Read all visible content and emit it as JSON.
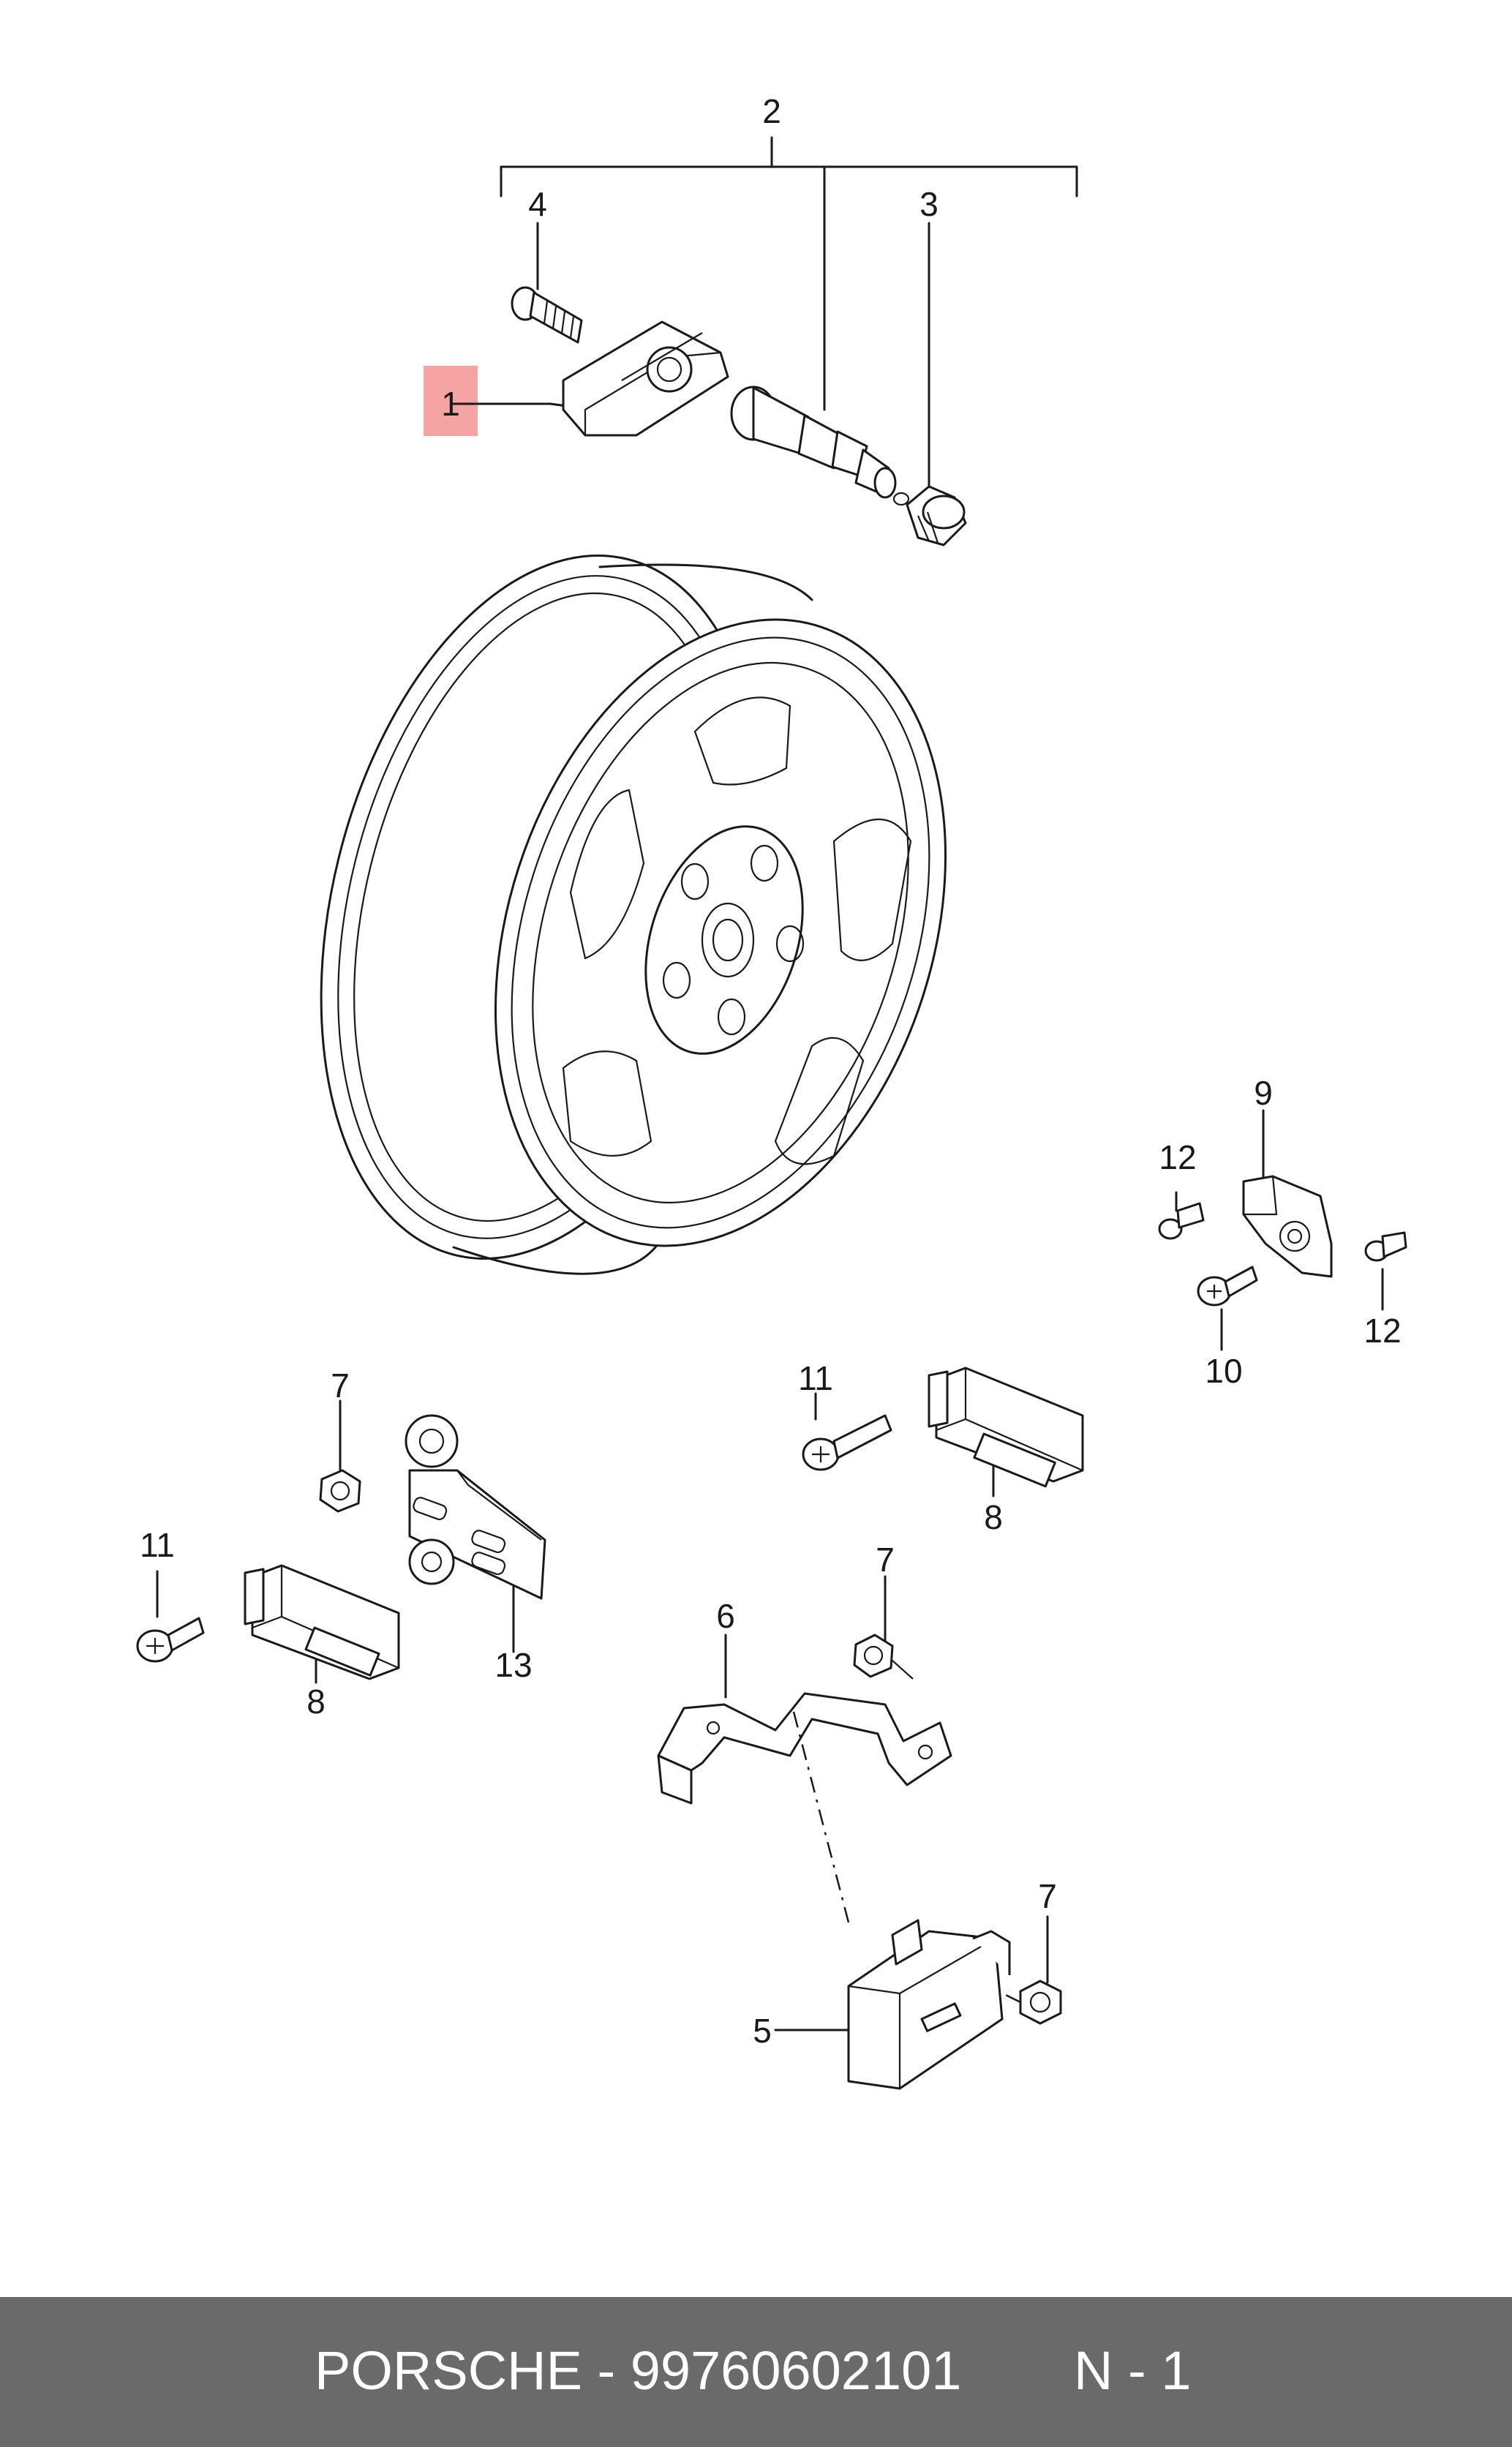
{
  "labels": {
    "p1": "1",
    "p2": "2",
    "p3": "3",
    "p4": "4",
    "p5": "5",
    "p6": "6",
    "p7a": "7",
    "p7b": "7",
    "p7c": "7",
    "p8a": "8",
    "p8b": "8",
    "p9": "9",
    "p10": "10",
    "p11a": "11",
    "p11b": "11",
    "p12a": "12",
    "p12b": "12",
    "p13": "13"
  },
  "highlight": {
    "part": "1",
    "color": "#f5a3a3"
  },
  "footer": {
    "brand_part": "PORSCHE - 99760602101",
    "page": "N - 1",
    "background": "#6a6a6a"
  }
}
